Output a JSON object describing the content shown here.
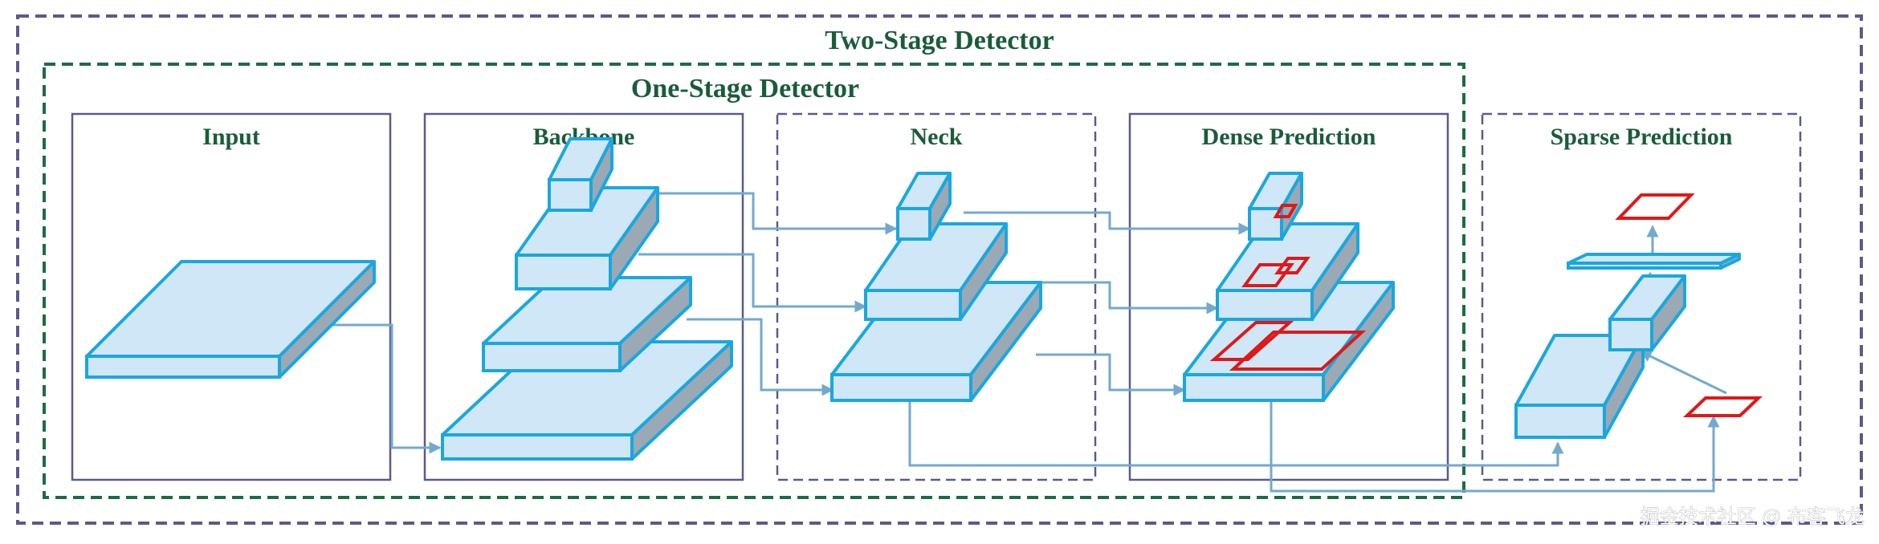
{
  "titles": {
    "two_stage": "Two-Stage Detector",
    "one_stage": "One-Stage Detector"
  },
  "stages": {
    "input": "Input",
    "backbone": "Backbone",
    "neck": "Neck",
    "dense": "Dense Prediction",
    "sparse": "Sparse Prediction"
  },
  "watermark": "掘金技术社区 @ 布客飞龙",
  "colors": {
    "block_fill": "#cfe7f6",
    "block_side": "#9aa9b4",
    "block_stroke": "#1aa7df",
    "arrow": "#73a9cf",
    "box_red": "#e01818",
    "title_green": "#1a5c3a",
    "frame_blue": "#5a5a90",
    "frame_green": "#1e6b43"
  }
}
